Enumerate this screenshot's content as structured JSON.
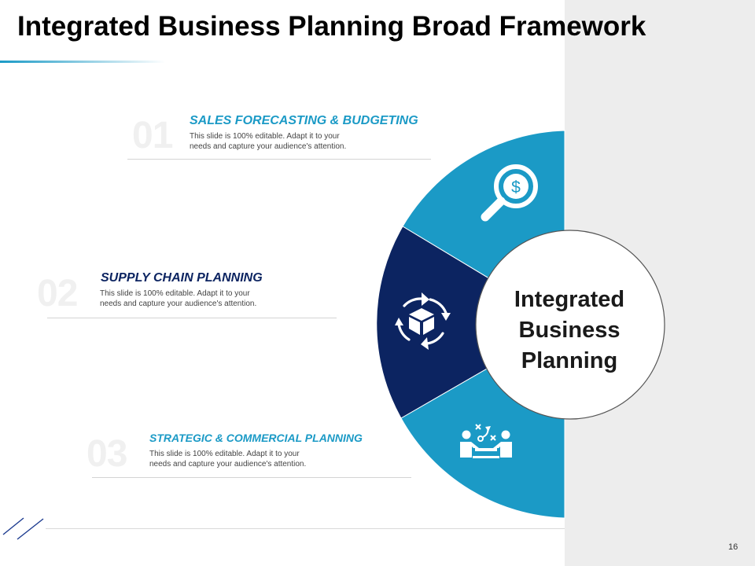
{
  "slide": {
    "title": "Integrated Business Planning Broad Framework",
    "page_number": "16"
  },
  "center": {
    "lines": [
      "Integrated",
      "Business",
      "Planning"
    ]
  },
  "steps": [
    {
      "number": "01",
      "title": "SALES FORECASTING & BUDGETING",
      "desc_line1": "This slide is 100% editable.  Adapt it to your",
      "desc_line2": "needs and capture your audience's attention.",
      "icon": "dollar-magnifier-icon"
    },
    {
      "number": "02",
      "title": "SUPPLY CHAIN PLANNING",
      "desc_line1": "This slide is 100% editable.  Adapt it to your",
      "desc_line2": "needs and capture your audience's attention.",
      "icon": "box-cycle-icon"
    },
    {
      "number": "03",
      "title": "STRATEGIC & COMMERCIAL PLANNING",
      "desc_line1": "This slide is 100% editable.  Adapt it to your",
      "desc_line2": "needs and capture your audience's attention.",
      "icon": "strategy-meeting-icon"
    }
  ],
  "colors": {
    "accent_light": "#1b9ac6",
    "accent_dark": "#0c2461",
    "panel_gray": "#ededed",
    "step_number_gray": "#f0f0f0"
  }
}
